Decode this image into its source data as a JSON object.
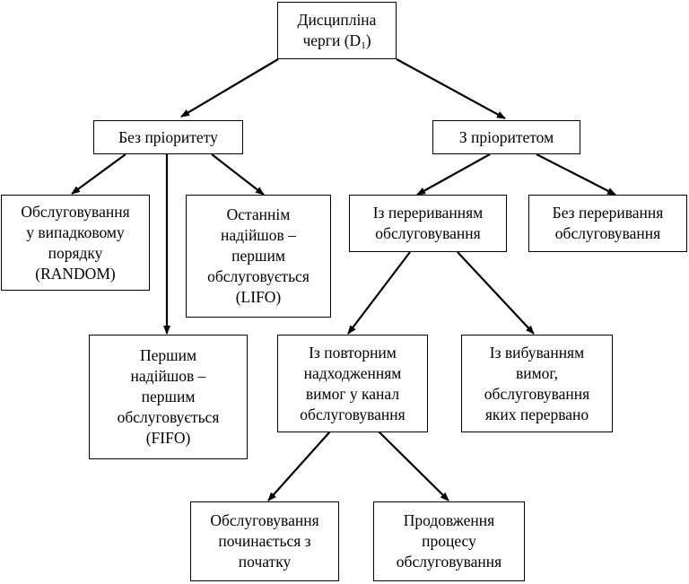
{
  "nodes": {
    "root": {
      "lines": [
        "Дисципліна",
        "черги (D",
        "1",
        ")"
      ]
    },
    "no_priority": {
      "lines": [
        "Без пріоритету"
      ]
    },
    "with_priority": {
      "lines": [
        "З пріоритетом"
      ]
    },
    "random": {
      "lines": [
        "Обслуговування",
        "у випадковому",
        "порядку",
        "(RANDOM)"
      ]
    },
    "lifo": {
      "lines": [
        "Останнім",
        "надійшов –",
        "першим",
        "обслуговується",
        "(LIFO)"
      ]
    },
    "fifo": {
      "lines": [
        "Першим",
        "надійшов –",
        "першим",
        "обслуговується",
        "(FIFO)"
      ]
    },
    "preemptive": {
      "lines": [
        "Із перериванням",
        "обслуговування"
      ]
    },
    "non_preemptive": {
      "lines": [
        "Без переривання",
        "обслуговування"
      ]
    },
    "repeat_entry": {
      "lines": [
        "Із повторним",
        "надходженням",
        "вимог у канал",
        "обслуговування"
      ]
    },
    "dropout": {
      "lines": [
        "Із вибуванням",
        "вимог,",
        "обслуговування",
        "яких перервано"
      ]
    },
    "restart": {
      "lines": [
        "Обслуговування",
        "починається з",
        "початку"
      ]
    },
    "resume": {
      "lines": [
        "Продовження",
        "процесу",
        "обслуговування"
      ]
    }
  }
}
